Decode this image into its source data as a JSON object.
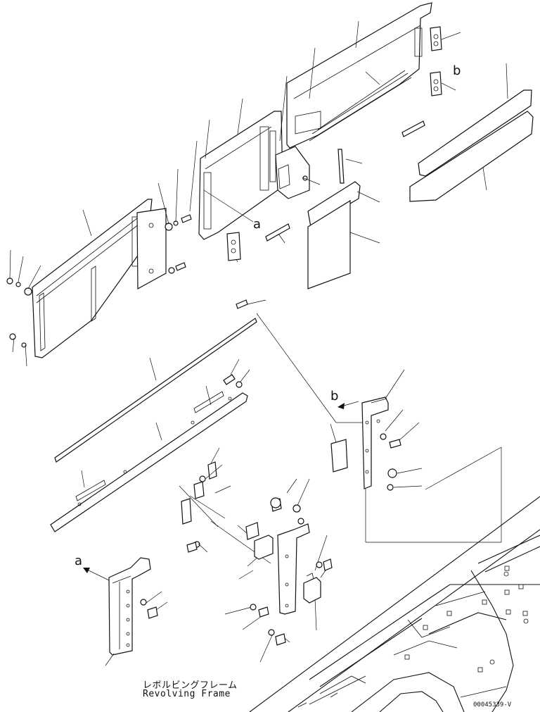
{
  "caption": {
    "japanese": "レボルビングフレーム",
    "english": "Revolving Frame"
  },
  "drawing_number": "00045339-V",
  "reference_labels": {
    "a_top": "a",
    "b_top": "b",
    "a_bracket": "a",
    "b_bracket": "b"
  }
}
